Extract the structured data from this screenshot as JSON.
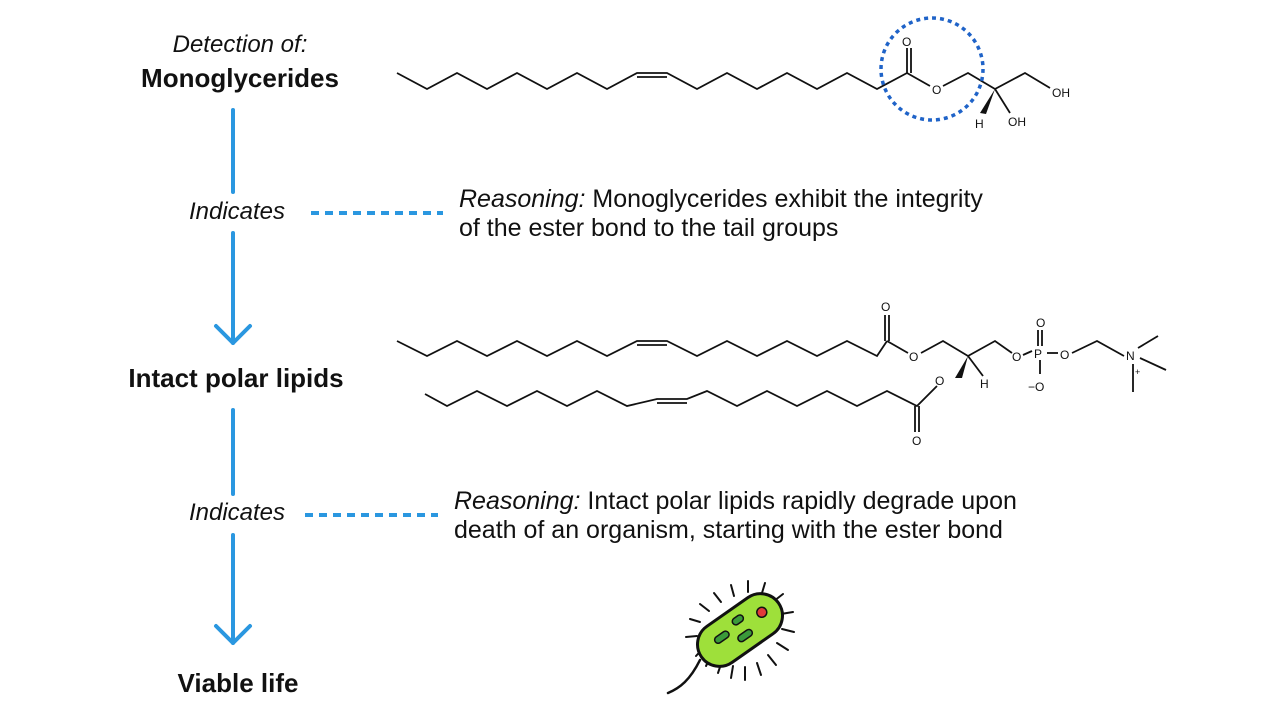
{
  "flow": {
    "stage1_pre": "Detection of:",
    "stage1": "Monoglycerides",
    "link1": "Indicates",
    "stage2": "Intact polar lipids",
    "link2": "Indicates",
    "stage3": "Viable life"
  },
  "reasons": [
    {
      "lead": "Reasoning:",
      "line1": " Monoglycerides exhibit the integrity",
      "line2": "of the ester bond to the tail groups"
    },
    {
      "lead": "Reasoning:",
      "line1": " Intact polar lipids rapidly degrade upon",
      "line2": "death of an organism, starting with the ester bond"
    }
  ],
  "chem_labels": {
    "o": "O",
    "oh": "OH",
    "h": "H",
    "p": "P",
    "n": "N",
    "plus": "+",
    "minus_o": "−O"
  },
  "icons": {
    "arrow": "down-arrow-icon",
    "bacterium": "bacterium-icon",
    "ester_highlight": "dashed-circle-highlight"
  },
  "colors": {
    "accent": "#2a97e0",
    "highlight": "#1f63c8",
    "bacterium_body": "#9ee03a",
    "bacterium_spot": "#e03a3a"
  }
}
